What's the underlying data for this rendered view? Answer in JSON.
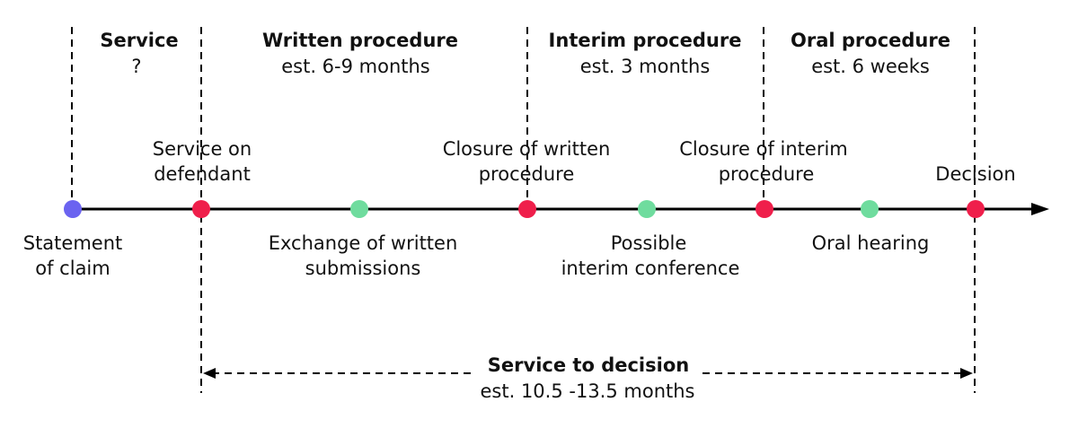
{
  "colors": {
    "start": "#6b63f0",
    "milestone": "#ef1f4b",
    "event": "#6fdc9e",
    "line": "#000000"
  },
  "phases": [
    {
      "title": "Service",
      "duration": "?"
    },
    {
      "title": "Written procedure",
      "duration": "est. 6-9 months"
    },
    {
      "title": "Interim procedure",
      "duration": "est. 3 months"
    },
    {
      "title": "Oral procedure",
      "duration": "est. 6 weeks"
    }
  ],
  "milestones_above": [
    {
      "line1": "Service on",
      "line2": "defendant"
    },
    {
      "line1": "Closure of written",
      "line2": "procedure"
    },
    {
      "line1": "Closure of interim",
      "line2": "procedure"
    },
    {
      "line1": "Decision",
      "line2": ""
    }
  ],
  "events_below": [
    {
      "line1": "Statement",
      "line2": "of claim"
    },
    {
      "line1": "Exchange of written",
      "line2": "submissions"
    },
    {
      "line1": "Possible",
      "line2": "interim conference"
    },
    {
      "line1": "Oral hearing",
      "line2": ""
    }
  ],
  "span": {
    "title": "Service to decision",
    "duration": "est. 10.5 -13.5 months"
  }
}
